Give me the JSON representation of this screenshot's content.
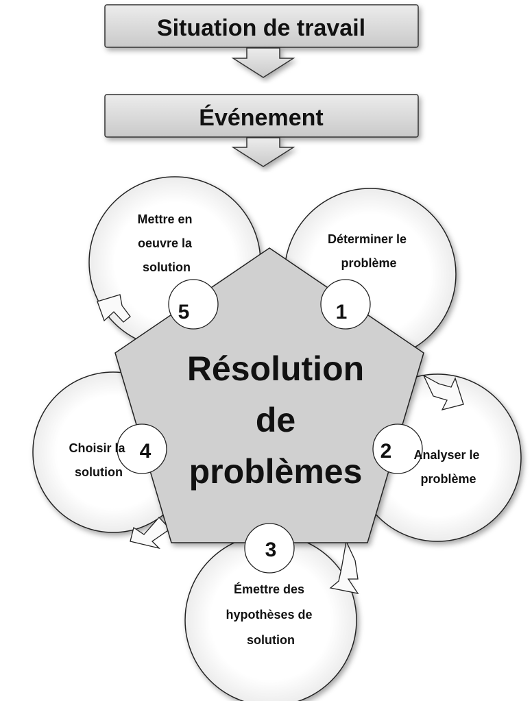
{
  "flow": {
    "step1": "Situation de travail",
    "step2": "Événement"
  },
  "center": {
    "line1": "Résolution",
    "line2": "de",
    "line3": "problèmes"
  },
  "stages": [
    {
      "number": "1",
      "line1": "Déterminer le",
      "line2": "problème"
    },
    {
      "number": "2",
      "line1": "Analyser le",
      "line2": "problème"
    },
    {
      "number": "3",
      "line1": "Émettre des",
      "line2": "hypothèses de",
      "line3": "solution"
    },
    {
      "number": "4",
      "line1": "Choisir la",
      "line2": "solution"
    },
    {
      "number": "5",
      "line1": "Mettre en",
      "line2": "oeuvre la",
      "line3": "solution"
    }
  ]
}
